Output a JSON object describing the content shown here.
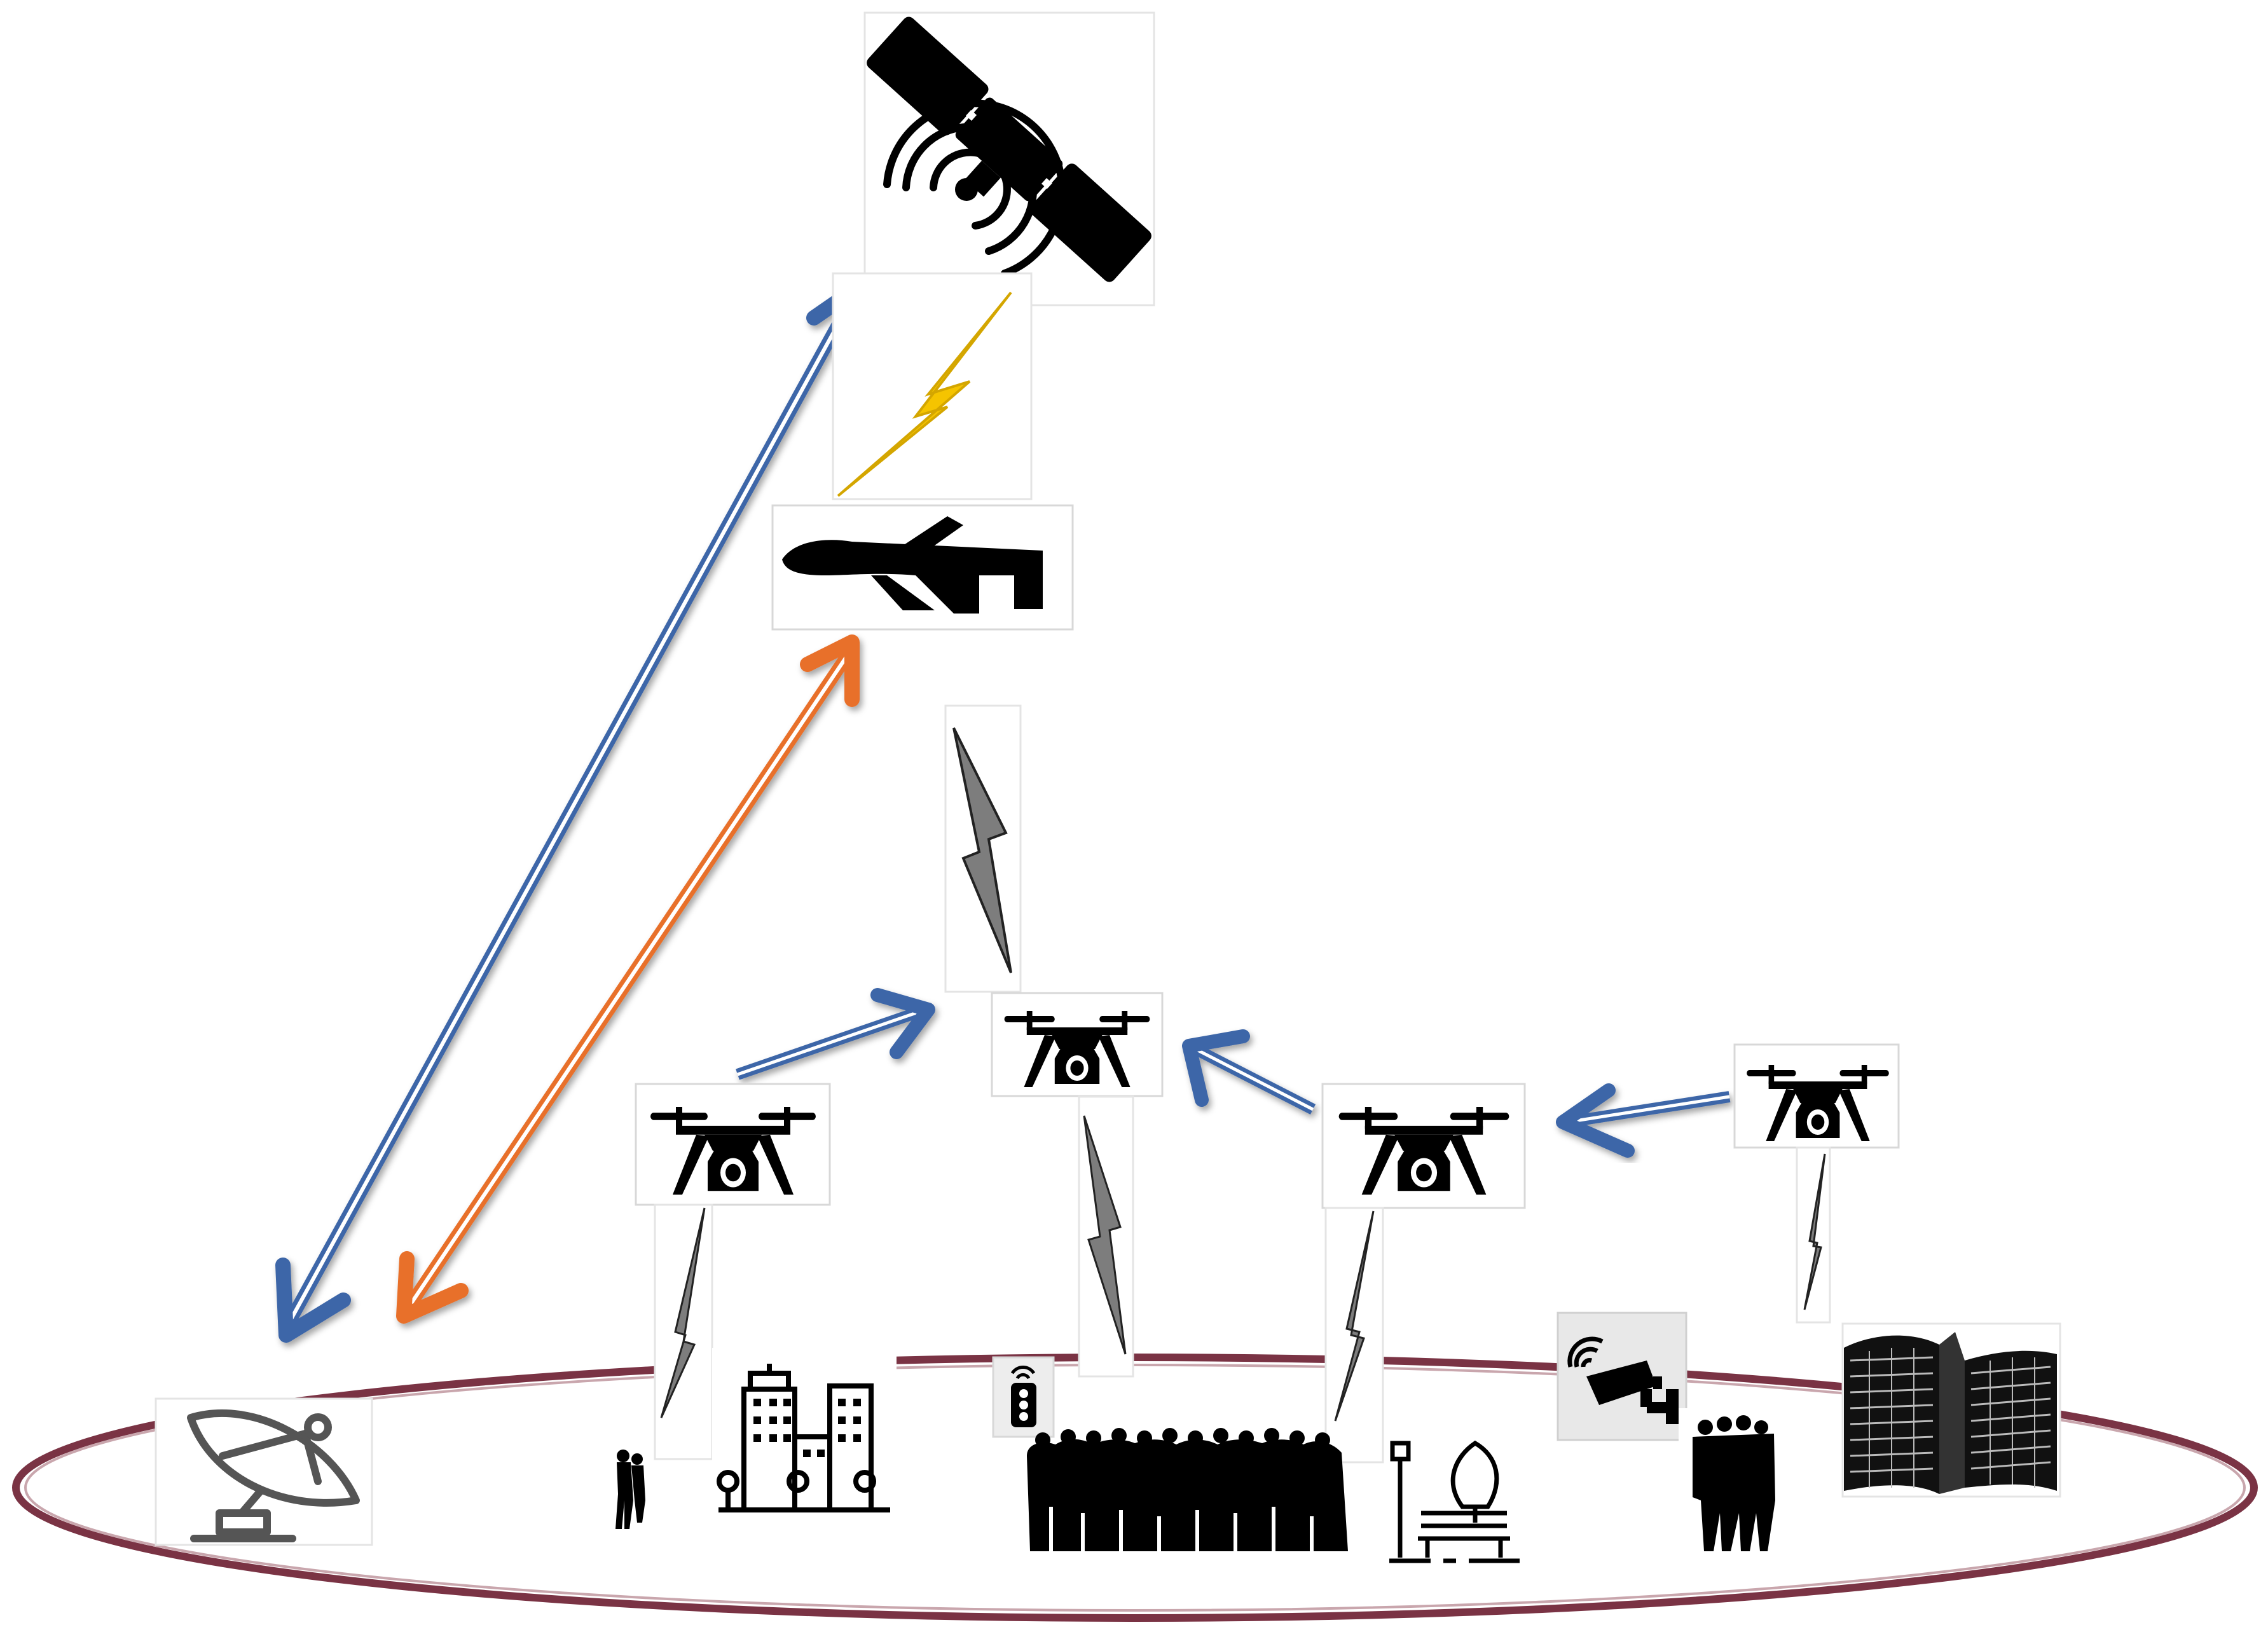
{
  "diagram": {
    "nodes": [
      {
        "id": "satellite",
        "icon": "satellite-icon"
      },
      {
        "id": "fixed-wing-uav",
        "icon": "fixed-wing-drone-icon"
      },
      {
        "id": "drone-center",
        "icon": "quadcopter-camera-icon"
      },
      {
        "id": "drone-left",
        "icon": "quadcopter-camera-icon"
      },
      {
        "id": "drone-right",
        "icon": "quadcopter-camera-icon"
      },
      {
        "id": "drone-far-right",
        "icon": "quadcopter-camera-icon"
      },
      {
        "id": "ground-station",
        "icon": "satellite-dish-icon"
      },
      {
        "id": "city-buildings",
        "icon": "city-buildings-icon"
      },
      {
        "id": "traffic-light",
        "icon": "traffic-light-icon"
      },
      {
        "id": "crowd",
        "icon": "crowd-icon"
      },
      {
        "id": "park",
        "icon": "park-bench-icon"
      },
      {
        "id": "cctv-camera",
        "icon": "cctv-camera-icon"
      },
      {
        "id": "people-group",
        "icon": "people-group-icon"
      },
      {
        "id": "office-building",
        "icon": "office-building-icon"
      },
      {
        "id": "walking-people",
        "icon": "walking-people-icon"
      }
    ],
    "links": [
      {
        "from": "ground-station",
        "to": "satellite",
        "kind": "bidirectional-arrow",
        "color": "#3d66a8"
      },
      {
        "from": "ground-station",
        "to": "fixed-wing-uav",
        "kind": "bidirectional-arrow",
        "color": "#e8702a"
      },
      {
        "from": "drone-left",
        "to": "drone-center",
        "kind": "arrow",
        "color": "#3d66a8"
      },
      {
        "from": "drone-right",
        "to": "drone-center",
        "kind": "arrow",
        "color": "#3d66a8"
      },
      {
        "from": "drone-far-right",
        "to": "drone-right",
        "kind": "arrow",
        "color": "#3d66a8"
      },
      {
        "from": "fixed-wing-uav",
        "to": "satellite",
        "kind": "wireless-bolt",
        "color": "#f5c400"
      },
      {
        "from": "drone-center",
        "to": "fixed-wing-uav",
        "kind": "wireless-bolt",
        "color": "#808080"
      },
      {
        "from": "drone-left",
        "to": "walking-people",
        "kind": "wireless-bolt",
        "color": "#808080"
      },
      {
        "from": "drone-center",
        "to": "crowd",
        "kind": "wireless-bolt",
        "color": "#808080"
      },
      {
        "from": "drone-right",
        "to": "park",
        "kind": "wireless-bolt",
        "color": "#808080"
      },
      {
        "from": "drone-far-right",
        "to": "people-group",
        "kind": "wireless-bolt",
        "color": "#808080"
      }
    ],
    "colors": {
      "ground_ring": "#7a3344",
      "arrow_blue": "#3d66a8",
      "arrow_orange": "#e8702a",
      "bolt_yellow": "#f5c400",
      "bolt_gray": "#808080",
      "icon_fill": "#000000",
      "icon_dark_gray": "#555555"
    }
  }
}
